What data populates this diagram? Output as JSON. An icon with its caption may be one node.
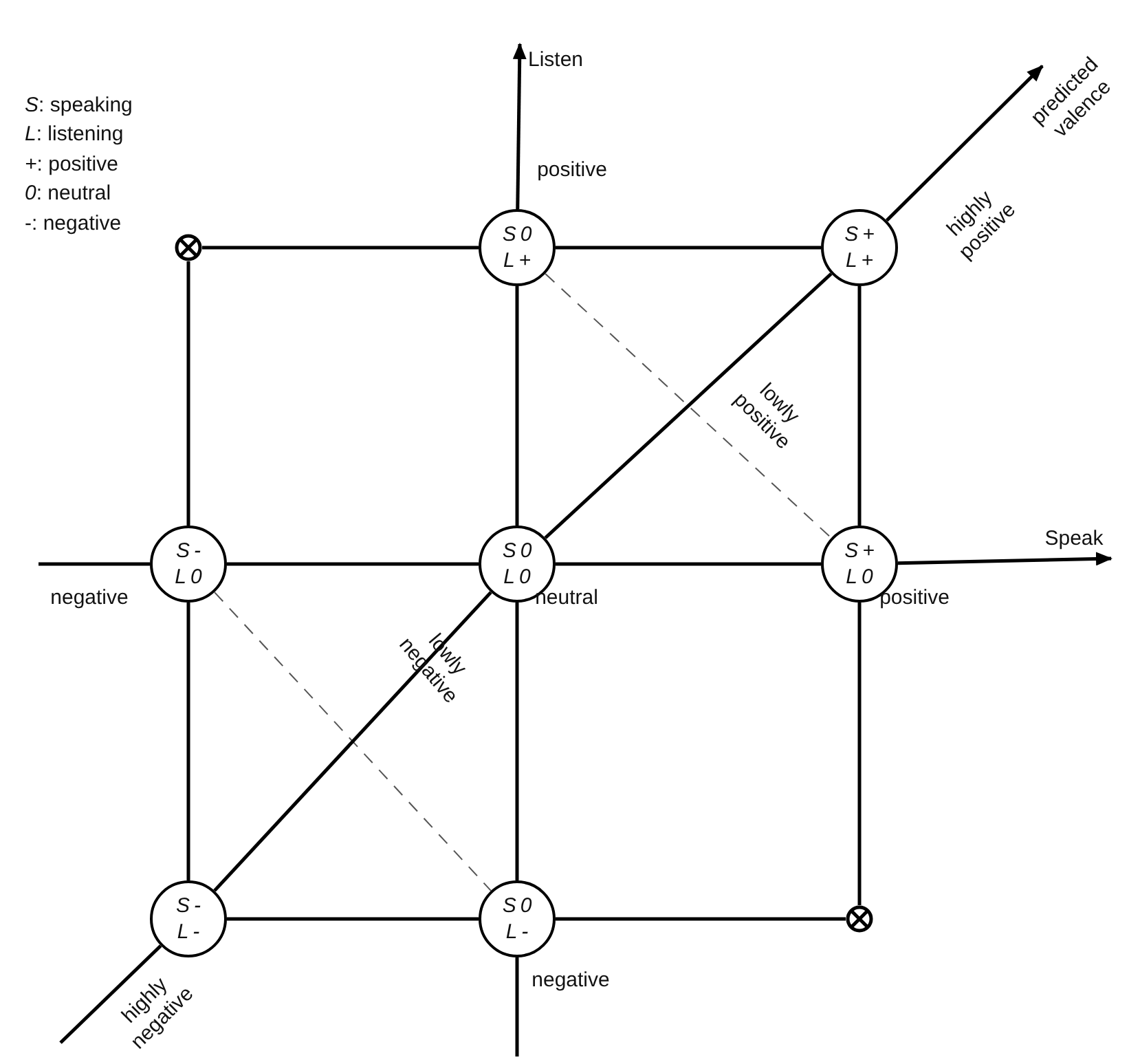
{
  "diagram": {
    "nodes": [
      {
        "text": [],
        "shape": "circle"
      },
      {
        "text": [
          "S0",
          "L+"
        ],
        "beside": [
          "positive"
        ]
      },
      {
        "text": [
          "S+",
          "L+"
        ]
      },
      {
        "text": [
          "S-",
          "L0"
        ],
        "beside": [
          "negative"
        ]
      },
      {
        "text": [
          "S0",
          "L0"
        ],
        "beside": [
          "neutral"
        ]
      },
      {
        "text": [
          "S+",
          "L0"
        ],
        "beside": [
          "positive"
        ]
      },
      {
        "text": [
          "S-",
          "L-"
        ]
      },
      {
        "text": [
          "S0",
          "L-"
        ],
        "beside": [
          "negative"
        ]
      },
      {
        "text": [],
        "shape": "circle"
      },
      {
        "text": [
          "Listen"
        ]
      },
      {
        "text": [
          "predicted valence"
        ]
      },
      {
        "text": [
          "Speak"
        ]
      }
    ],
    "edges": [
      {
        "from": 0,
        "to": 1,
        "arrow": "none"
      },
      {
        "from": 1,
        "to": 2,
        "arrow": "none"
      },
      {
        "from": 0,
        "to": 3,
        "arrow": "none"
      },
      {
        "from": 1,
        "to": 4,
        "arrow": "none"
      },
      {
        "from": 2,
        "to": 5,
        "arrow": "none"
      },
      {
        "from": 1,
        "to": 5,
        "arrow": "none",
        "style": "dashed"
      },
      {
        "from": 3,
        "to": 4,
        "arrow": "none"
      },
      {
        "from": 4,
        "to": 5,
        "arrow": "none"
      },
      {
        "from": 3,
        "to": 6,
        "arrow": "none"
      },
      {
        "from": 4,
        "to": 7,
        "arrow": "none"
      },
      {
        "from": 5,
        "to": 8,
        "arrow": "none"
      },
      {
        "from": 3,
        "to": 7,
        "arrow": "none",
        "style": "dashed"
      },
      {
        "from": 6,
        "to": 7,
        "arrow": "none"
      },
      {
        "from": 7,
        "to": 8,
        "arrow": "none"
      },
      {
        "from": 6,
        "to": 4,
        "arrow": "none"
      },
      {
        "from": 4,
        "to": 2,
        "arrow": "none"
      },
      {
        "from": 1,
        "to": 9,
        "arrow": "to"
      },
      {
        "from": 2,
        "to": 10,
        "arrow": "to"
      },
      {
        "from": 5,
        "to": 11,
        "arrow": "to"
      },
      {
        "from": null,
        "to": 3,
        "arrow": "none"
      },
      {
        "from": 7,
        "to": null,
        "arrow": "none"
      },
      {
        "from": null,
        "to": 6,
        "arrow": "none"
      }
    ],
    "labels": [
      "*S*: speaking",
      "*L*: listening",
      "*+*: positive",
      "*0*: neutral",
      "-: negative",
      "highly positive",
      "lowly positive",
      "lowly negative",
      "highly negative"
    ]
  }
}
